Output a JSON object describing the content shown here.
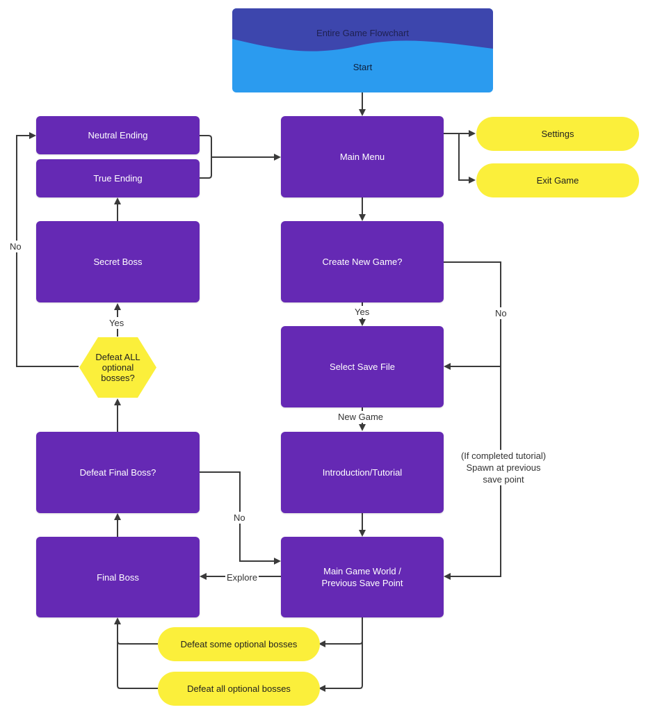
{
  "flowchart": {
    "title": "Entire Game Flowchart",
    "start": "Start",
    "nodes": {
      "neutral_ending": "Neutral Ending",
      "true_ending": "True Ending",
      "main_menu": "Main Menu",
      "settings": "Settings",
      "exit_game": "Exit Game",
      "secret_boss": "Secret Boss",
      "create_new_game": "Create New Game?",
      "defeat_all_optional": "Defeat ALL\noptional\nbosses?",
      "select_save_file": "Select Save File",
      "defeat_final_boss": "Defeat Final Boss?",
      "introduction_tutorial": "Introduction/Tutorial",
      "final_boss": "Final Boss",
      "main_game_world": "Main Game World /\nPrevious Save Point",
      "defeat_some_optional_pill": "Defeat some optional bosses",
      "defeat_all_optional_pill": "Defeat all optional bosses"
    },
    "edge_labels": {
      "no_left": "No",
      "yes_secret": "Yes",
      "yes_create": "Yes",
      "no_create": "No",
      "new_game": "New Game",
      "completed_tutorial": "(If completed tutorial)\nSpawn at previous\nsave point",
      "no_final": "No",
      "explore": "Explore"
    },
    "colors": {
      "process": "#6529b4",
      "terminal": "#fbef3b",
      "start_top": "#3d46ad",
      "start_bottom": "#2b9bef",
      "connector": "#3a3a3a"
    }
  }
}
